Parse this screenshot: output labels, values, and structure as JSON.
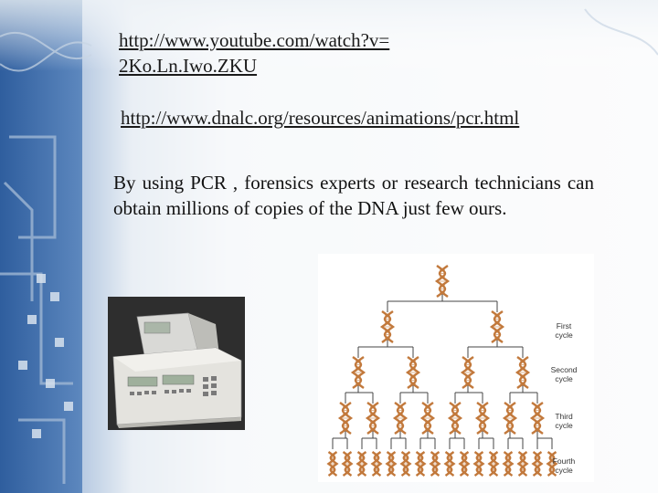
{
  "links": {
    "youtube_line1": "http://www.youtube.com/watch?v=",
    "youtube_line2": "2Ko.Ln.Iwo.ZKU",
    "dnalc": "http://www.dnalc.org/resources/animations/pcr.html"
  },
  "body_text": "By using PCR , forensics experts or research technicians can obtain millions of copies of the DNA just few ours.",
  "diagram": {
    "cycles": [
      {
        "line1": "First",
        "line2": "cycle"
      },
      {
        "line1": "Second",
        "line2": "cycle"
      },
      {
        "line1": "Third",
        "line2": "cycle"
      },
      {
        "line1": "Fourth",
        "line2": "cycle"
      }
    ],
    "helix_color": "#c2793c",
    "line_color": "#444444"
  },
  "colors": {
    "background_left": "#4a76b0",
    "background_light": "#eef2f5"
  }
}
